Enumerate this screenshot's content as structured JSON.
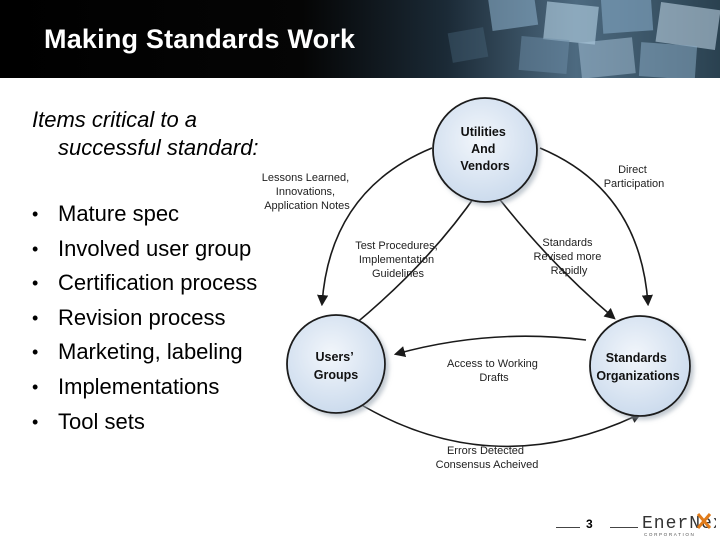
{
  "slide": {
    "title": "Making Standards Work",
    "intro": "Items critical to a successful standard:",
    "bullets": [
      "Mature spec",
      "Involved user group",
      "Certification process",
      "Revision process",
      "Marketing, labeling",
      "Implementations",
      "Tool sets"
    ],
    "page_number": "3"
  },
  "diagram": {
    "nodes": {
      "utilities": [
        "Utilities",
        "And",
        "Vendors"
      ],
      "users": [
        "Users’",
        "Groups"
      ],
      "standards": [
        "Standards",
        "Organizations"
      ]
    },
    "edge_labels": {
      "lessons": [
        "Lessons Learned,",
        "Innovations,",
        "Application Notes"
      ],
      "direct": [
        "Direct",
        "Participation"
      ],
      "test": [
        "Test Procedures,",
        "Implementation",
        "Guidelines"
      ],
      "revised": [
        "Standards",
        "Revised more",
        "Rapidly"
      ],
      "access": [
        "Access to Working",
        "Drafts"
      ],
      "errors": [
        "Errors Detected",
        "Consensus Acheived"
      ]
    }
  },
  "logo": {
    "brand": "EnerNex",
    "tagline": "CORPORATION"
  },
  "colors": {
    "node_fill": "#dbe6f3",
    "node_stroke": "#1a1a1a",
    "arrow": "#1a1a1a"
  }
}
